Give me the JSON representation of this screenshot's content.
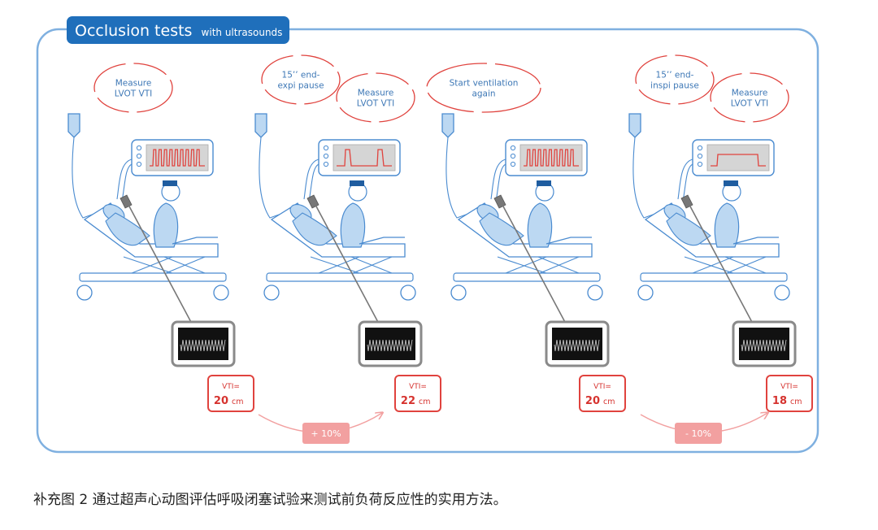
{
  "title": {
    "main": "Occlusion tests",
    "sub": "with ultrasounds"
  },
  "colors": {
    "blue": "#4a8bd0",
    "red": "#e0433e",
    "pink": "#f2a0a0",
    "light_blue": "#bcd8f2"
  },
  "panels": [
    {
      "bubbles": [
        {
          "lines": [
            "Measure",
            "LVOT VTI"
          ]
        }
      ],
      "waveform": "ventilation",
      "vti_label": "VTI=",
      "vti_value": "20",
      "vti_unit": "cm"
    },
    {
      "bubbles": [
        {
          "lines": [
            "15’’ end-",
            "expi pause"
          ]
        },
        {
          "lines": [
            "Measure",
            "LVOT VTI"
          ]
        }
      ],
      "waveform": "expiratory-pause",
      "vti_label": "VTI=",
      "vti_value": "22",
      "vti_unit": "cm"
    },
    {
      "bubbles": [
        {
          "lines": [
            "Start ventilation",
            "again"
          ]
        }
      ],
      "waveform": "ventilation",
      "vti_label": "VTI=",
      "vti_value": "20",
      "vti_unit": "cm"
    },
    {
      "bubbles": [
        {
          "lines": [
            "15’’ end-",
            "inspi pause"
          ]
        },
        {
          "lines": [
            "Measure",
            "LVOT VTI"
          ]
        }
      ],
      "waveform": "inspiratory-pause",
      "vti_label": "VTI=",
      "vti_value": "18",
      "vti_unit": "cm"
    }
  ],
  "changes": [
    {
      "label": "+ 10%"
    },
    {
      "label": "- 10%"
    }
  ],
  "caption": "补充图 2 通过超声心动图评估呼吸闭塞试验来测试前负荷反应性的实用方法。"
}
